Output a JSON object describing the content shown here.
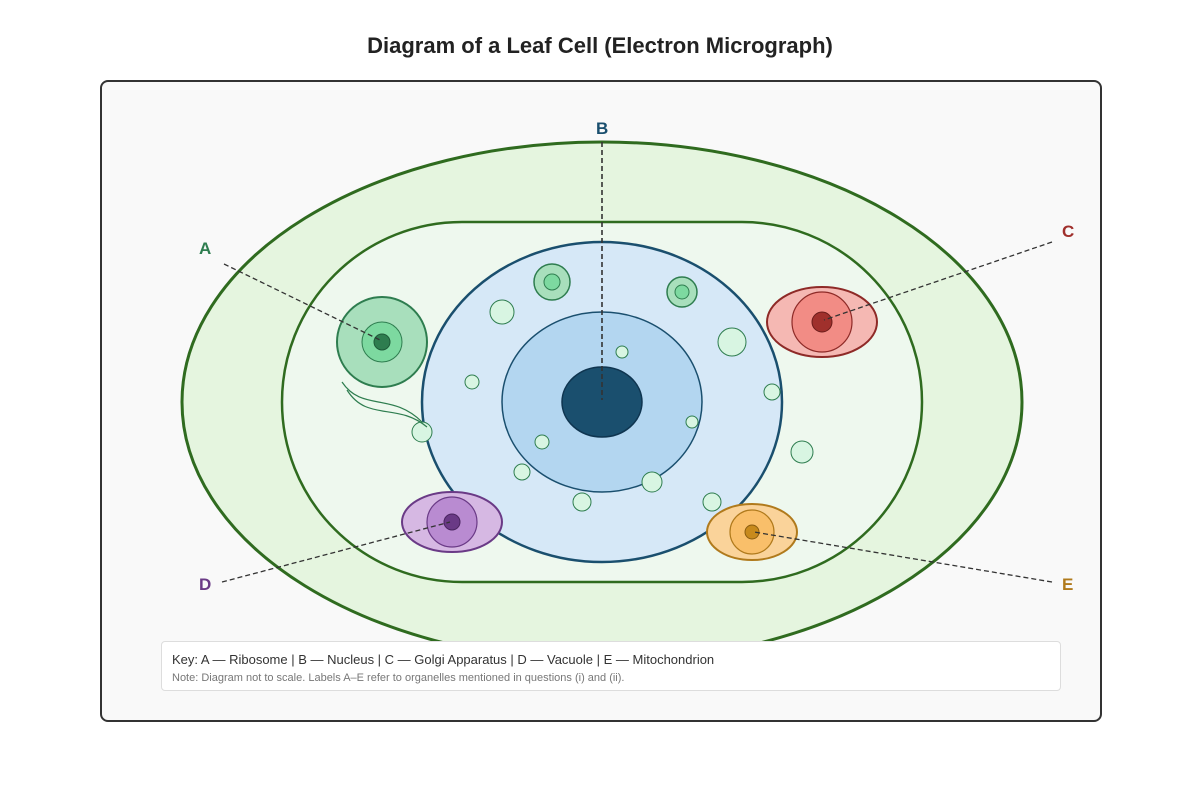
{
  "title": "Diagram of a Leaf Cell (Electron Micrograph)",
  "labels": {
    "A": {
      "text": "A",
      "color": "#2e7d4f"
    },
    "B": {
      "text": "B",
      "color": "#1a4f6e"
    },
    "C": {
      "text": "C",
      "color": "#a0302c"
    },
    "D": {
      "text": "D",
      "color": "#6a3a86"
    },
    "E": {
      "text": "E",
      "color": "#b07a1c"
    }
  },
  "key": {
    "main": "Key: A — Ribosome | B — Nucleus | C — Golgi Apparatus | D — Vacuole | E — Mitochondrion",
    "note": "Note: Diagram not to scale. Labels A–E refer to organelles mentioned in questions (i) and (ii)."
  },
  "colors": {
    "cell_wall_fill": "#e5f5df",
    "cell_wall_stroke": "#2f6b1f",
    "cytoplasm_fill": "#eef8ee",
    "nucleus_fill": "#d6e8f7",
    "nucleus_stroke": "#1a4f6e",
    "nucleolus_region_fill": "#b3d6f0",
    "nucleolus_fill": "#1a4f6e",
    "organelle_green": "#a8dfbc",
    "organelle_red": "#f5b8b3",
    "organelle_purple": "#d6b8e3",
    "organelle_orange": "#fad39a"
  }
}
